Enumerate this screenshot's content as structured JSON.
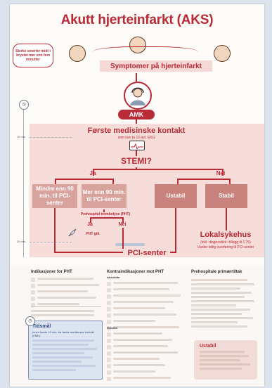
{
  "title": "Akutt hjerteinfarkt (AKS)",
  "symptom_bubble": "Sterke smerter midt i brystet mer enn fem minutter",
  "symptom_banner": "Symptomer på hjerteinfarkt",
  "amk": "AMK",
  "first_contact": {
    "title": "Første medisinske kontakt",
    "subtitle": "som kan ta 12-avl. EKG"
  },
  "stemi_question": "STEMI?",
  "ja_top": "Ja",
  "nei_top": "Nei",
  "ja_sub": "Ja",
  "nei_sub": "Nei",
  "box_less_90": "Mindre enn 90 min. til PCI-senter",
  "box_more_90": "Mer enn 90 min. til PCI-senter",
  "prehospital_trombolyse": "Prehospital trombolyse (PHT)",
  "pht_gitt": "PHT gitt",
  "pci_senter": "PCI-senter",
  "ustabil": "Ustabil",
  "stabil": "Stabil",
  "lokalsykehus": {
    "title": "Lokalsykehus",
    "subtitle": "(inkl. diagnostikk i tillegg til 1.75)",
    "note": "Vurder tidlig overføring til PCI-senter"
  },
  "time_labels": {
    "t10": "10 min.",
    "t20": "20 min."
  },
  "columns": {
    "indikasjoner": "Indikasjoner for PHT",
    "kontraindikasjoner": "Kontraindikasjoner mot PHT",
    "absolutte": "Absolutte",
    "relative": "Relative",
    "prehospitale": "Prehospitale primærtiltak"
  },
  "blue_box": {
    "title": "Tidsmål",
    "subtitle": "Innen første 10 min. fra første medisinske kontakt (FMK):"
  },
  "ustabil_box": {
    "title": "Ustabil"
  }
}
